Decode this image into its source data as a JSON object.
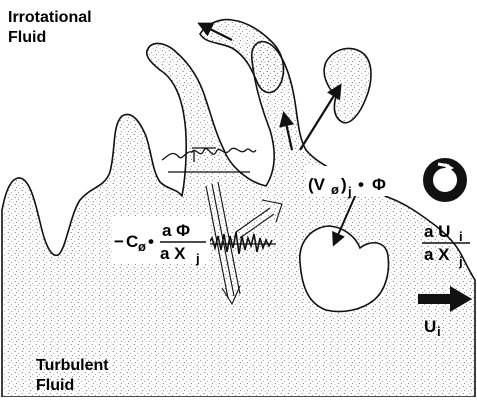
{
  "labels": {
    "top_region_line1": "Irrotational",
    "top_region_line2": "Fluid",
    "bottom_region_line1": "Turbulent",
    "bottom_region_line2": "Fluid",
    "mean_velocity": "U",
    "mean_velocity_sub": "i"
  },
  "terms": {
    "diffusive_flux": {
      "lhs": "(V",
      "phi_sub": "ø",
      "paren_close": ")",
      "sub_j": "j",
      "dot": "•",
      "Phi": "Φ"
    },
    "scalar_gradient": {
      "minus": "−",
      "C": "C",
      "C_sub": "ø",
      "dot": "•",
      "num": "a Φ",
      "den": "a X",
      "den_sub": "j"
    },
    "mean_shear": {
      "num": "a U",
      "num_sub": "i",
      "den": "a X",
      "den_sub": "j"
    }
  },
  "icons": {
    "vorticity": "rotation-ring-icon",
    "mean_flow": "right-arrow-icon"
  },
  "colors": {
    "ink": "#111111",
    "stipple": "#555555",
    "background": "#ffffff"
  }
}
